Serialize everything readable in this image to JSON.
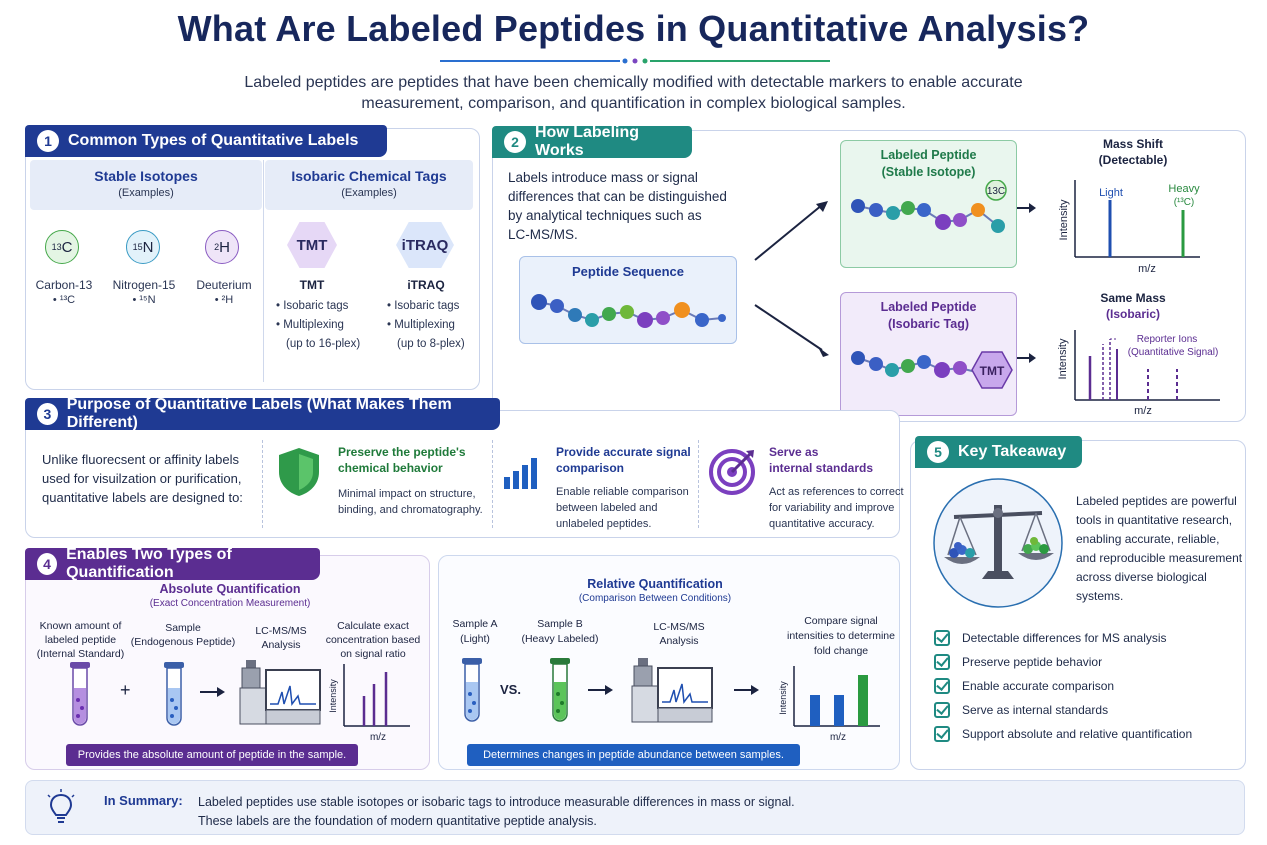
{
  "header": {
    "title": "What Are Labeled Peptides in Quantitative Analysis?",
    "subtitle_line1": "Labeled peptides are peptides that have been chemically modified with detectable markers to enable accurate",
    "subtitle_line2": "measurement, comparison, and quantification in complex biological samples."
  },
  "colors": {
    "navy": "#1f3a93",
    "teal": "#1f8a82",
    "purple": "#5b2d91",
    "green": "#1f9a4a",
    "blue": "#2060c0"
  },
  "s1": {
    "num": "1",
    "title": "Common Types of Quantitative Labels",
    "stable_title": "Stable Isotopes",
    "stable_sub": "(Examples)",
    "isobaric_title": "Isobaric Chemical Tags",
    "isobaric_sub": "(Examples)",
    "isotopes": [
      {
        "sup": "13",
        "sym": "C",
        "name": "Carbon-13",
        "bullet": "• ¹³C"
      },
      {
        "sup": "15",
        "sym": "N",
        "name": "Nitrogen-15",
        "bullet": "• ¹⁵N"
      },
      {
        "sup": "2",
        "sym": "H",
        "name": "Deuterium",
        "bullet": "• ²H"
      }
    ],
    "tags": [
      {
        "label": "TMT",
        "name": "TMT",
        "b1": "• Isobaric tags",
        "b2": "• Multiplexing",
        "b3": "(up to 16-plex)"
      },
      {
        "label": "iTRAQ",
        "name": "iTRAQ",
        "b1": "• Isobaric tags",
        "b2": "• Multiplexing",
        "b3": "(up to 8-plex)"
      }
    ]
  },
  "s2": {
    "num": "2",
    "title": "How Labeling Works",
    "desc": [
      "Labels introduce mass or signal",
      "differences that can be distinguished",
      "by analytical techniques such as",
      "LC-MS/MS."
    ],
    "peptide_seq": "Peptide Sequence",
    "stable_box_l1": "Labeled Peptide",
    "stable_box_l2": "(Stable Isotope)",
    "stable_badge": "13C",
    "iso_box_l1": "Labeled Peptide",
    "iso_box_l2": "(Isobaric Tag)",
    "iso_tag": "TMT",
    "spec1_title_l1": "Mass Shift",
    "spec1_title_l2": "(Detectable)",
    "spec1_light": "Light",
    "spec1_heavy": "Heavy",
    "spec1_heavy_sub": "(¹³C)",
    "spec2_title_l1": "Same Mass",
    "spec2_title_l2": "(Isobaric)",
    "spec2_rep_l1": "Reporter Ions",
    "spec2_rep_l2": "(Quantitative Signal)",
    "intensity": "Intensity",
    "mz": "m/z"
  },
  "s3": {
    "num": "3",
    "title": "Purpose of Quantitative Labels (What Makes Them Different)",
    "intro": [
      "Unlike fluorecsent or affinity labels",
      "used for visuilzation or purification,",
      "quantitative labels are designed to:"
    ],
    "items": [
      {
        "t1": "Preserve the peptide's",
        "t2": "chemical behavior",
        "d1": "Minimal impact on structure,",
        "d2": "binding, and chromatography."
      },
      {
        "t1": "Provide accurate signal",
        "t2": "comparison",
        "d1": "Enable reliable comparison",
        "d2": "between labeled and",
        "d3": "unlabeled peptides."
      },
      {
        "t1": "Serve as",
        "t2": "internal standards",
        "d1": "Act as references to correct",
        "d2": "for variability and improve",
        "d3": "quantitative accuracy."
      }
    ]
  },
  "s4": {
    "num": "4",
    "title": "Enables Two Types of Quantification",
    "abs_title": "Absolute Quantification",
    "abs_sub": "(Exact Concentration Measurement)",
    "abs_known_l1": "Known amount of",
    "abs_known_l2": "labeled peptide",
    "abs_known_l3": "(Internal Standard)",
    "abs_sample_l1": "Sample",
    "abs_sample_l2": "(Endogenous Peptide)",
    "abs_lc_l1": "LC-MS/MS",
    "abs_lc_l2": "Analysis",
    "abs_calc_l1": "Calculate exact",
    "abs_calc_l2": "concentration based",
    "abs_calc_l3": "on signal ratio",
    "plus": "+",
    "abs_banner": "Provides the absolute amount of peptide in the sample.",
    "rel_title": "Relative Quantification",
    "rel_sub": "(Comparison Between Conditions)",
    "rel_a_l1": "Sample A",
    "rel_a_l2": "(Light)",
    "rel_b_l1": "Sample B",
    "rel_b_l2": "(Heavy Labeled)",
    "rel_lc_l1": "LC-MS/MS",
    "rel_lc_l2": "Analysis",
    "rel_cmp_l1": "Compare signal",
    "rel_cmp_l2": "intensities to determine",
    "rel_cmp_l3": "fold change",
    "vs": "VS.",
    "rel_banner": "Determines changes in peptide abundance between samples.",
    "intensity": "Intensity",
    "mz": "m/z"
  },
  "s5": {
    "num": "5",
    "title": "Key Takeaway",
    "text": [
      "Labeled peptides are powerful",
      "tools in quantitative research,",
      "enabling accurate, reliable,",
      "and reproducible measurement",
      "across diverse biological",
      "systems."
    ],
    "checks": [
      "Detectable differences for MS analysis",
      "Preserve peptide behavior",
      "Enable accurate comparison",
      "Serve as internal standards",
      "Support absolute and relative quantification"
    ]
  },
  "summary": {
    "label": "In Summary:",
    "line1": "Labeled peptides use stable isotopes or isobaric tags to introduce measurable differences in mass or signal.",
    "line2": "These labels are the foundation of modern quantitative peptide analysis."
  }
}
